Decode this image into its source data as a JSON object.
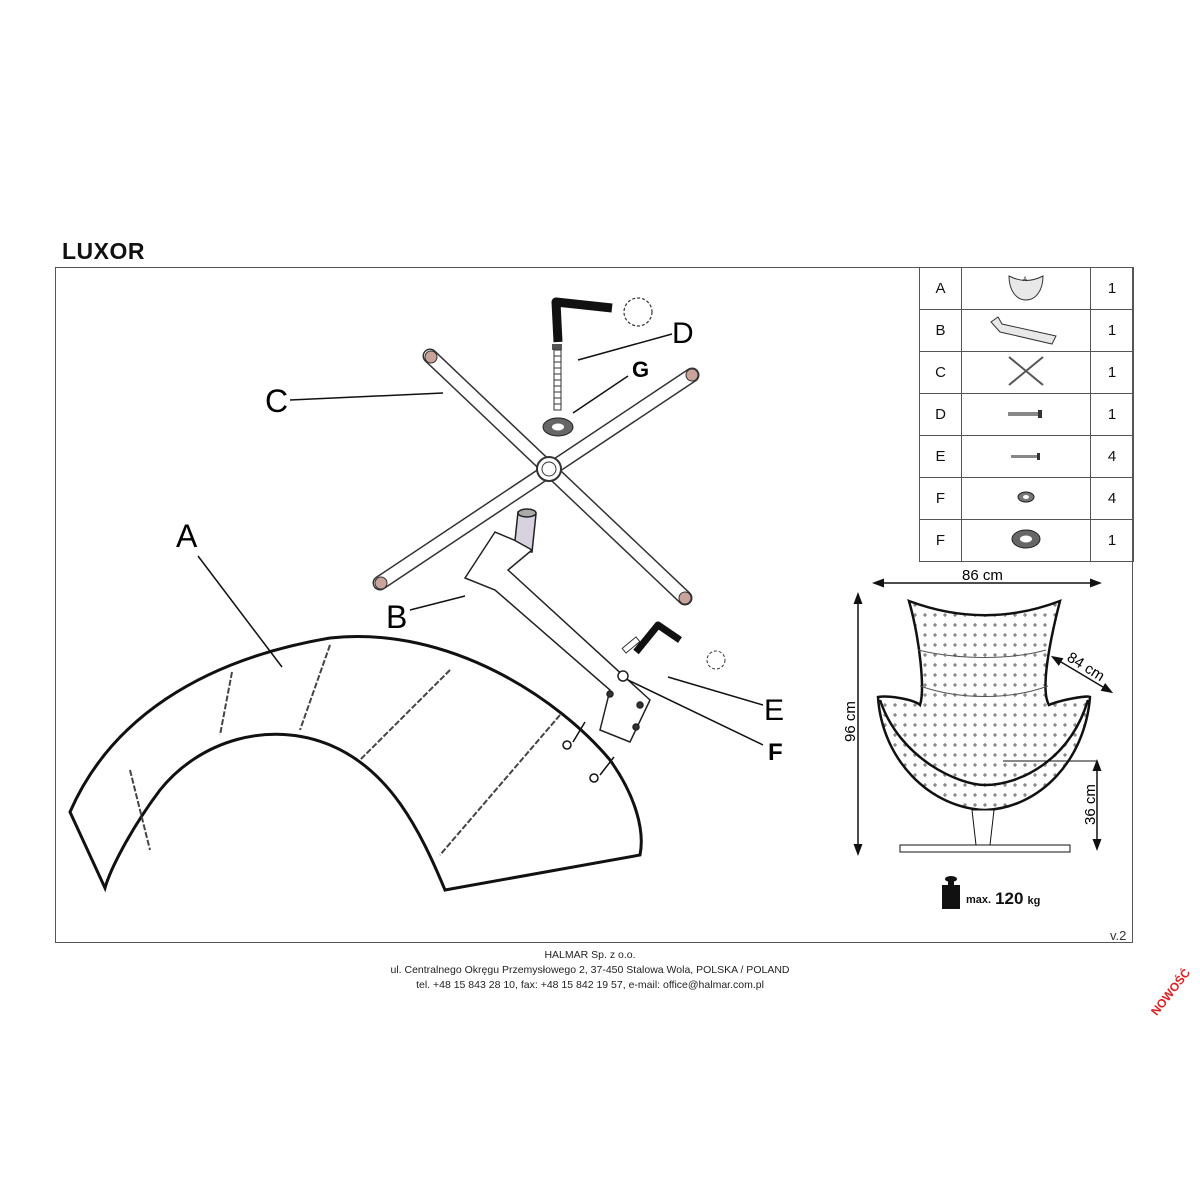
{
  "title": "LUXOR",
  "labels": {
    "A": "A",
    "B": "B",
    "C": "C",
    "D": "D",
    "E": "E",
    "F": "F",
    "G": "G"
  },
  "parts": [
    {
      "letter": "A",
      "icon": "shell-icon",
      "qty": "1"
    },
    {
      "letter": "B",
      "icon": "stand-icon",
      "qty": "1"
    },
    {
      "letter": "C",
      "icon": "cross-base-icon",
      "qty": "1"
    },
    {
      "letter": "D",
      "icon": "long-bolt-icon",
      "qty": "1"
    },
    {
      "letter": "E",
      "icon": "short-bolt-icon",
      "qty": "4"
    },
    {
      "letter": "F",
      "icon": "small-washer-icon",
      "qty": "4"
    },
    {
      "letter": "F",
      "icon": "large-washer-icon",
      "qty": "1"
    }
  ],
  "dimensions": {
    "width": "86 cm",
    "height": "96 cm",
    "depth": "84 cm",
    "seat_height": "36 cm"
  },
  "max_load": {
    "prefix": "max.",
    "value": "120",
    "unit": "kg"
  },
  "version": "v.2",
  "footer": {
    "company": "HALMAR Sp. z o.o.",
    "address": "ul. Centralnego Okręgu Przemysłowego 2, 37-450 Stalowa Wola, POLSKA / POLAND",
    "contact": "tel. +48 15 843 28 10, fax: +48 15 842 19 57, e-mail: office@halmar.com.pl"
  },
  "badge": "NOWOŚĆ"
}
